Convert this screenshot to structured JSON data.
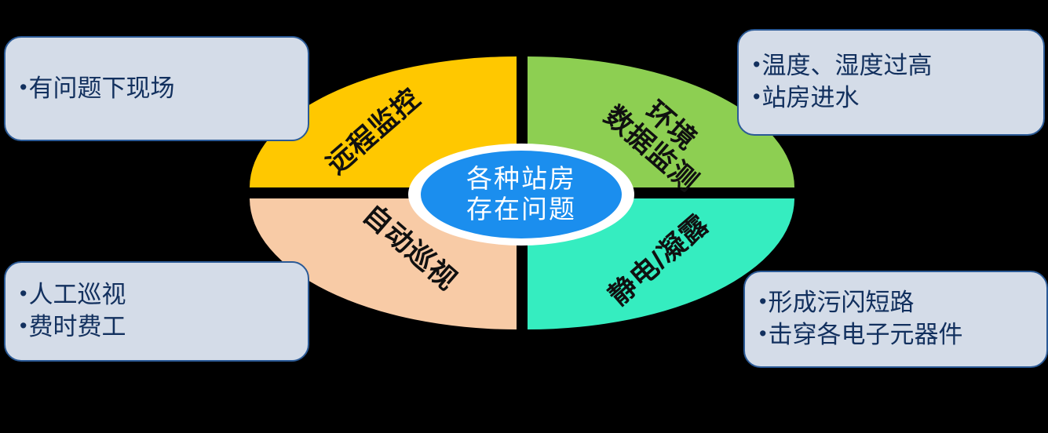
{
  "diagram": {
    "title": "各种站房存在问题",
    "type": "four-quadrant-ellipse-diagram",
    "colors": {
      "quadrant_top_left": "#FFC800",
      "quadrant_top_right": "#8DCF52",
      "quadrant_bottom_left": "#F8CBA6",
      "quadrant_bottom_right": "#35EDC0",
      "hub_fill": "#1B8EEE",
      "hub_ring": "#FFFFFF",
      "callout_fill": "#D4DCE8",
      "callout_border": "#2B5A96",
      "callout_text": "#12305E",
      "background": "#000000"
    }
  },
  "hub": {
    "line1": "各种站房",
    "line2": "存在问题"
  },
  "quadrants": {
    "top_left": {
      "label_line1": "远程监控"
    },
    "top_right": {
      "label_line1": "环境",
      "label_line2": "数据监测"
    },
    "bottom_left": {
      "label_line1": "自动巡视"
    },
    "bottom_right": {
      "label_line1": "静电/凝露"
    }
  },
  "callouts": {
    "top_left": {
      "lines": [
        "有问题下现场"
      ]
    },
    "bottom_left": {
      "lines": [
        "人工巡视",
        "费时费工"
      ]
    },
    "top_right": {
      "lines": [
        "温度、湿度过高",
        "站房进水"
      ]
    },
    "bottom_right": {
      "lines": [
        "形成污闪短路",
        "击穿各电子元器件"
      ]
    }
  }
}
